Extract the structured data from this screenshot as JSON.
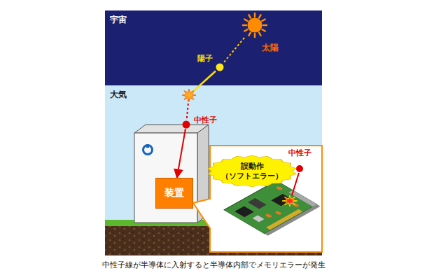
{
  "diagram": {
    "caption": "中性子線が半導体に入射すると半導体内部でメモリエラーが発生",
    "nodes": [
      {
        "text": [
          "宇宙"
        ]
      },
      {
        "text": [
          "太陽"
        ],
        "in": 0
      },
      {
        "text": [
          "陽子"
        ],
        "in": 0
      },
      {
        "text": [
          "大気"
        ]
      },
      {
        "text": [
          "中性子"
        ],
        "in": 3
      },
      {
        "text": [
          "装置"
        ],
        "in": 3
      },
      {
        "text": [
          "誤動作 （ソフトエラー）"
        ]
      }
    ],
    "edges": [
      {
        "from": 1,
        "to": 2,
        "arrow": "none"
      },
      {
        "from": 2,
        "to": 4,
        "arrow": "none"
      },
      {
        "from": 4,
        "to": 5,
        "arrow": "to"
      }
    ],
    "labels": [
      "中性子"
    ]
  }
}
